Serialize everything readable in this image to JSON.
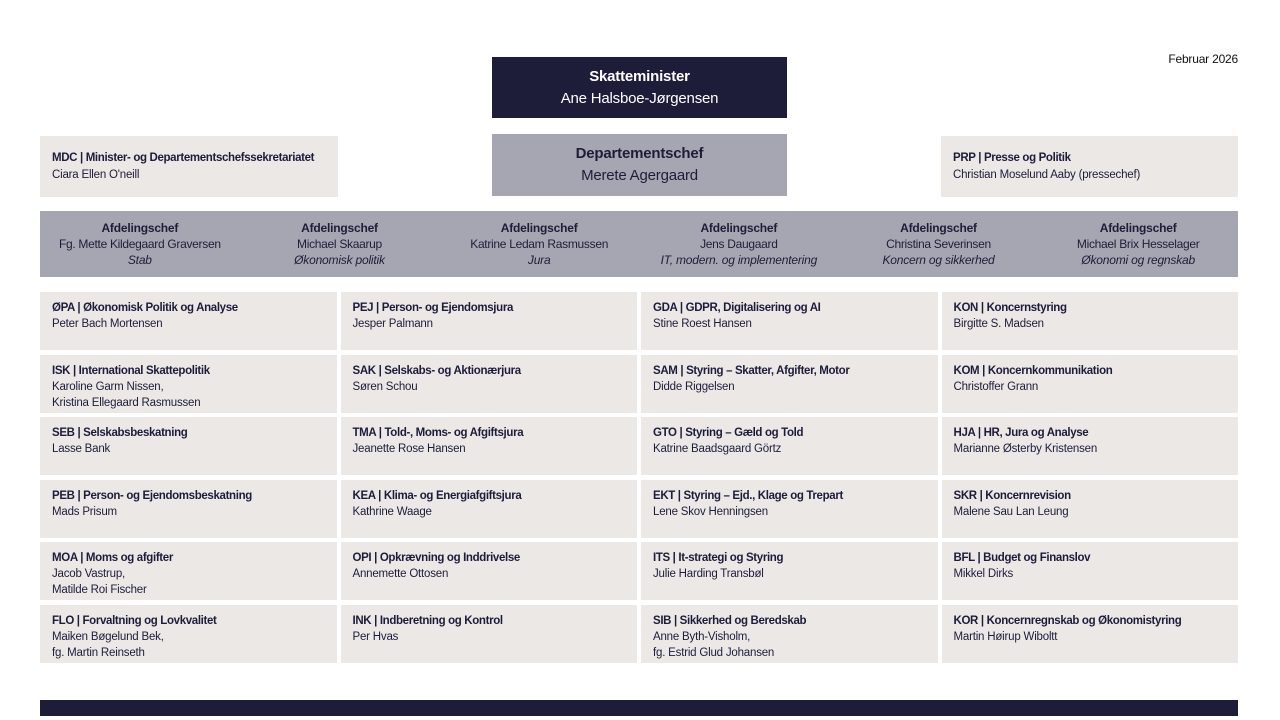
{
  "header": {
    "date": "Februar 2026"
  },
  "minister": {
    "title": "Skatteminister",
    "name": "Ane Halsboe-Jørgensen"
  },
  "secretariat": {
    "title": "MDC | Minister- og Departementschefssekretariatet",
    "name": "Ciara Ellen O'neill"
  },
  "departementschef": {
    "title": "Departementschef",
    "name": "Merete Agergaard"
  },
  "press": {
    "title": "PRP | Presse og Politik",
    "name": "Christian Moselund Aaby (pressechef)"
  },
  "chiefs": [
    {
      "title": "Afdelingschef",
      "name": "Fg. Mette Kildegaard Graversen",
      "area": "Stab"
    },
    {
      "title": "Afdelingschef",
      "name": "Michael Skaarup",
      "area": "Økonomisk politik"
    },
    {
      "title": "Afdelingschef",
      "name": "Katrine Ledam Rasmussen",
      "area": "Jura"
    },
    {
      "title": "Afdelingschef",
      "name": "Jens Daugaard",
      "area": "IT, modern. og implementering"
    },
    {
      "title": "Afdelingschef",
      "name": "Christina Severinsen",
      "area": "Koncern og sikkerhed"
    },
    {
      "title": "Afdelingschef",
      "name": "Michael Brix Hesselager",
      "area": "Økonomi og regnskab"
    }
  ],
  "units": [
    {
      "items": [
        {
          "title": "ØPA | Økonomisk Politik og Analyse",
          "names": [
            "Peter Bach Mortensen"
          ]
        },
        {
          "title": "ISK | International Skattepolitik",
          "names": [
            "Karoline Garm Nissen,",
            "Kristina Ellegaard Rasmussen"
          ]
        },
        {
          "title": "SEB | Selskabsbeskatning",
          "names": [
            "Lasse Bank"
          ]
        },
        {
          "title": "PEB | Person- og Ejendomsbeskatning",
          "names": [
            "Mads Prisum"
          ]
        },
        {
          "title": "MOA | Moms og afgifter",
          "names": [
            "Jacob Vastrup,",
            "Matilde Roi Fischer"
          ]
        },
        {
          "title": "FLO | Forvaltning og Lovkvalitet",
          "names": [
            "Maiken Bøgelund Bek,",
            "fg. Martin Reinseth"
          ]
        }
      ]
    },
    {
      "items": [
        {
          "title": "PEJ | Person- og Ejendomsjura",
          "names": [
            "Jesper Palmann"
          ]
        },
        {
          "title": "SAK | Selskabs- og Aktionærjura",
          "names": [
            "Søren Schou"
          ]
        },
        {
          "title": "TMA | Told-, Moms- og Afgiftsjura",
          "names": [
            "Jeanette Rose Hansen"
          ]
        },
        {
          "title": "KEA | Klima- og Energiafgiftsjura",
          "names": [
            "Kathrine Waage"
          ]
        },
        {
          "title": "OPI | Opkrævning og Inddrivelse",
          "names": [
            "Annemette Ottosen"
          ]
        },
        {
          "title": "INK | Indberetning og Kontrol",
          "names": [
            "Per Hvas"
          ]
        }
      ]
    },
    {
      "items": [
        {
          "title": "GDA | GDPR, Digitalisering og AI",
          "names": [
            "Stine Roest Hansen"
          ]
        },
        {
          "title": "SAM | Styring – Skatter, Afgifter, Motor",
          "names": [
            "Didde Riggelsen"
          ]
        },
        {
          "title": "GTO | Styring – Gæld og Told",
          "names": [
            "Katrine Baadsgaard Görtz"
          ]
        },
        {
          "title": "EKT | Styring – Ejd., Klage og Trepart",
          "names": [
            "Lene Skov Henningsen"
          ]
        },
        {
          "title": "ITS | It-strategi og Styring",
          "names": [
            "Julie Harding Transbøl"
          ]
        },
        {
          "title": "SIB | Sikkerhed og Beredskab",
          "names": [
            "Anne Byth-Visholm,",
            "fg. Estrid Glud Johansen"
          ]
        }
      ]
    },
    {
      "items": [
        {
          "title": "KON | Koncernstyring",
          "names": [
            "Birgitte S. Madsen"
          ]
        },
        {
          "title": "KOM | Koncernkommunikation",
          "names": [
            "Christoffer Grann"
          ]
        },
        {
          "title": "HJA | HR, Jura og Analyse",
          "names": [
            "Marianne Østerby Kristensen"
          ]
        },
        {
          "title": "SKR | Koncernrevision",
          "names": [
            "Malene Sau Lan Leung"
          ]
        },
        {
          "title": "BFL | Budget og Finanslov",
          "names": [
            "Mikkel Dirks"
          ]
        },
        {
          "title": "KOR | Koncernregnskab og Økonomistyring",
          "names": [
            "Martin Høirup Wiboltt"
          ]
        }
      ]
    }
  ],
  "colors": {
    "navy": "#1d1d3a",
    "gray": "#a6a6b2",
    "light_box": "#ece8e6",
    "background": "#ffffff"
  }
}
